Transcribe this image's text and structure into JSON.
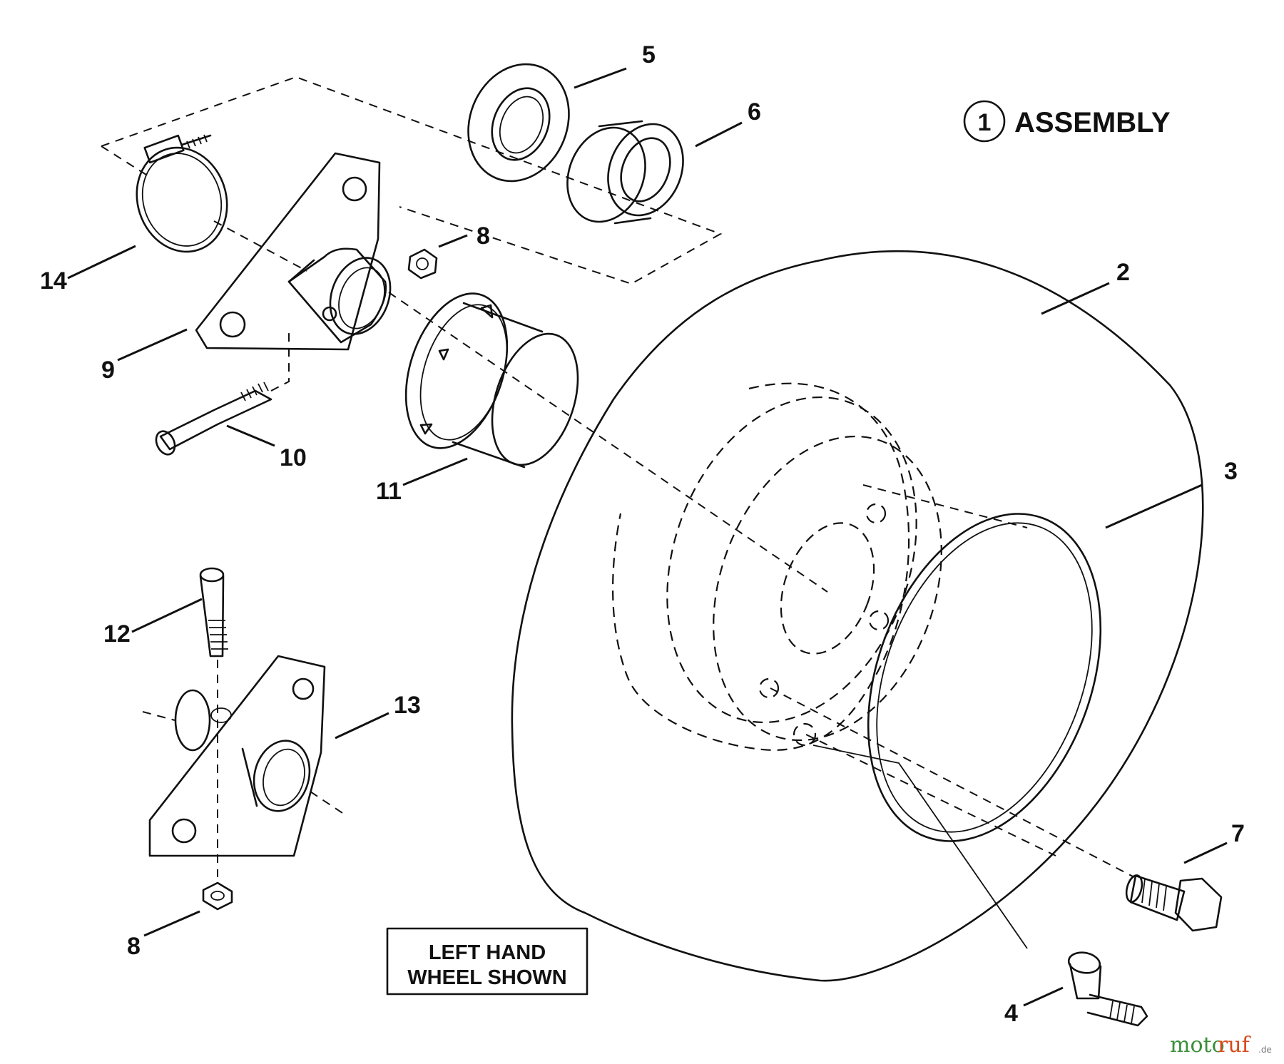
{
  "assembly": {
    "number": "1",
    "label": "ASSEMBLY"
  },
  "note": {
    "line1": "LEFT HAND",
    "line2": "WHEEL SHOWN"
  },
  "callouts": {
    "c2": "2",
    "c3": "3",
    "c4": "4",
    "c5": "5",
    "c6": "6",
    "c7": "7",
    "c8_top": "8",
    "c8_bottom": "8",
    "c9": "9",
    "c10": "10",
    "c11": "11",
    "c12": "12",
    "c13": "13",
    "c14": "14"
  },
  "watermark": {
    "part1": "moto",
    "part2": "ruf",
    "suffix": ".de"
  }
}
